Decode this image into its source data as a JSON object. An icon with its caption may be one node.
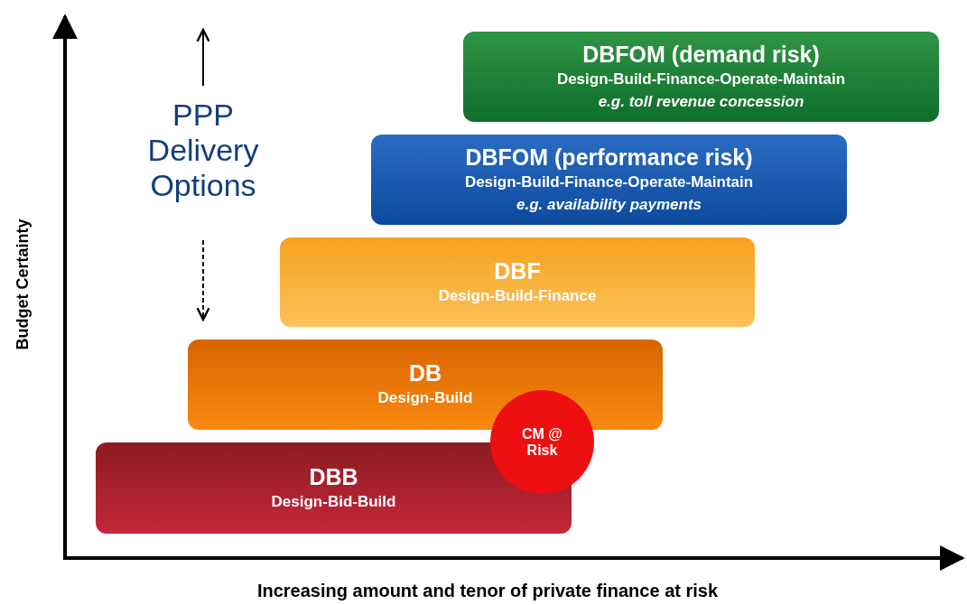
{
  "diagram": {
    "nodes": [
      {
        "text": [
          "DBFOM (demand risk)",
          "Design-Build-Finance-Operate-Maintain",
          "e.g. toll revenue concession"
        ]
      },
      {
        "text": [
          "DBFOM (performance risk)",
          "Design-Build-Finance-Operate-Maintain",
          "e.g. availability payments"
        ]
      },
      {
        "text": [
          "DBF",
          "Design-Build-Finance"
        ]
      },
      {
        "text": [
          "DB",
          "Design-Build"
        ]
      },
      {
        "text": [
          "CM @ Risk"
        ]
      },
      {
        "text": [
          "DBB",
          "Design-Bid-Build"
        ]
      }
    ],
    "labels": [
      "PPP Delivery Options",
      "Budget Certainty",
      "Increasing amount and tenor of private finance at risk"
    ]
  }
}
